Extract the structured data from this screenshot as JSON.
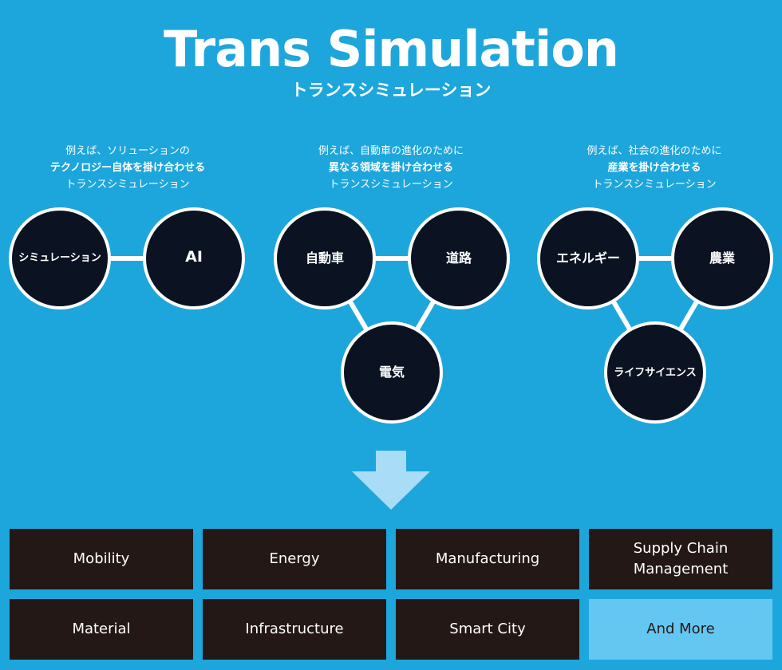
{
  "header": {
    "title": "Trans Simulation",
    "subtitle": "トランスシミュレーション"
  },
  "groups": [
    {
      "caption_lines": [
        "例えば、ソリューションの",
        "テクノロジー自体を掛け合わせる",
        "トランスシミュレーション"
      ],
      "nodes": [
        "シミュレーション",
        "AI"
      ]
    },
    {
      "caption_lines": [
        "例えば、自動車の進化のために",
        "異なる領域を掛け合わせる",
        "トランスシミュレーション"
      ],
      "nodes": [
        "自動車",
        "道路",
        "電気"
      ]
    },
    {
      "caption_lines": [
        "例えば、社会の進化のために",
        "産業を掛け合わせる",
        "トランスシミュレーション"
      ],
      "nodes": [
        "エネルギー",
        "農業",
        "ライフサイエンス"
      ]
    }
  ],
  "colors": {
    "background": "#1da6dc",
    "node_fill": "#0b1322",
    "node_stroke": "#ffffff",
    "tile": "#231816",
    "tile_highlight": "#64c7f2",
    "arrow": "#a9dcf6"
  },
  "icons": {
    "transition": "arrow-down-icon"
  },
  "fields": [
    {
      "label": "Mobility"
    },
    {
      "label": "Energy"
    },
    {
      "label": "Manufacturing"
    },
    {
      "label": "Supply Chain\nManagement"
    },
    {
      "label": "Material"
    },
    {
      "label": "Infrastructure"
    },
    {
      "label": "Smart City"
    },
    {
      "label": "And More",
      "highlight": true
    }
  ]
}
